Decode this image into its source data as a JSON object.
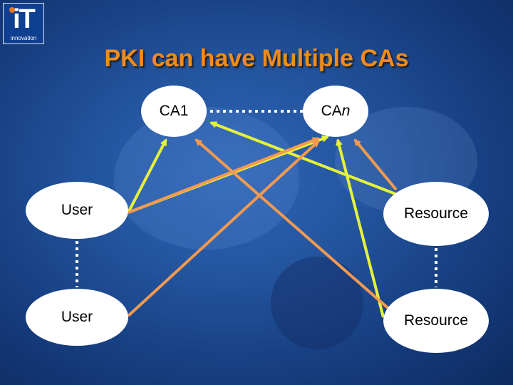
{
  "logo": {
    "mark": "iT",
    "subtitle": "innovation"
  },
  "title": "PKI can have Multiple CAs",
  "nodes": {
    "ca1": "CA1",
    "can_prefix": "CA",
    "can_suffix": "n",
    "user_top": "User",
    "user_bottom": "User",
    "resource_top": "Resource",
    "resource_bottom": "Resource"
  },
  "colors": {
    "background": "#23549e",
    "title": "#f08c1c",
    "orange_arrow": "#f59a4f",
    "yellow_arrow": "#e6f23a",
    "dotted_link": "#ffffff"
  }
}
